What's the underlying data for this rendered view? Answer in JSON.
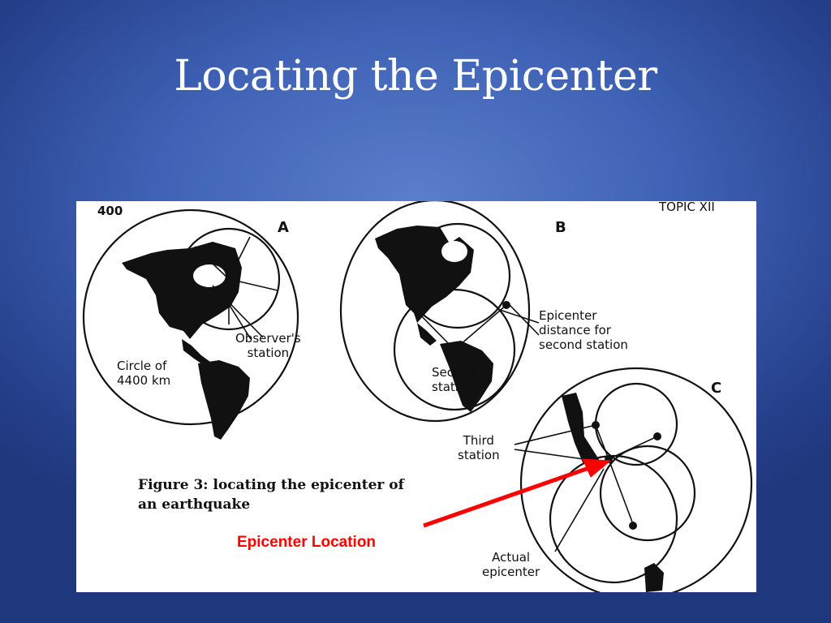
{
  "slide": {
    "title": "Locating the Epicenter"
  },
  "figure": {
    "page_number": "400",
    "topic": "TOPIC XII",
    "panels": [
      "A",
      "B",
      "C"
    ],
    "labels": {
      "observers_station": "Observer's\nstation",
      "circle_of": "Circle of\n4400 km",
      "epicenter_distance": "Epicenter\ndistance for\nsecond station",
      "second_station": "Second\nstation",
      "third_station": "Third\nstation",
      "actual_epicenter": "Actual\nepicenter"
    },
    "caption": "Figure 3: locating the epicenter of\nan earthquake"
  },
  "callout": {
    "text": "Epicenter Location",
    "color": "#ff0000"
  }
}
